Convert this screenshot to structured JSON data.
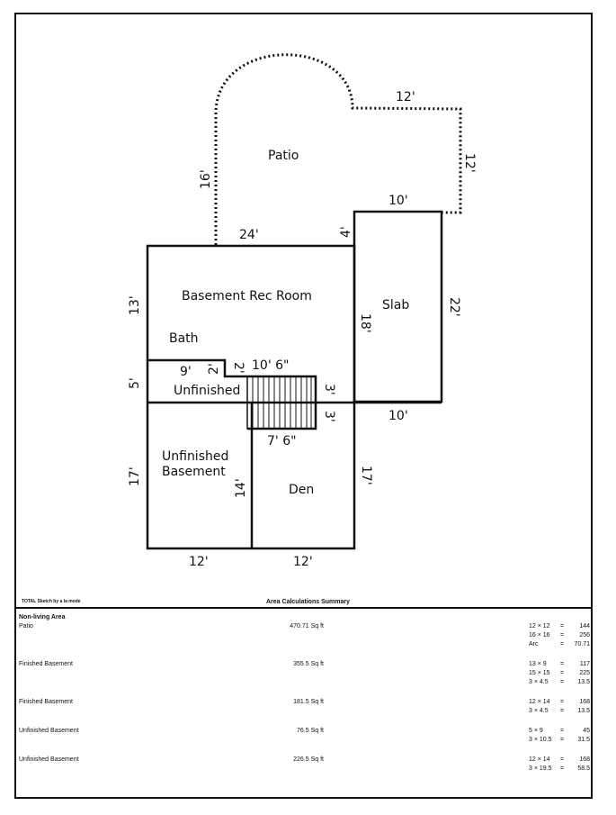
{
  "rooms": {
    "patio": "Patio",
    "rec_room": "Basement Rec Room",
    "bath": "Bath",
    "slab": "Slab",
    "unfinished": "Unfinished",
    "unfinished_basement_line1": "Unfinished",
    "unfinished_basement_line2": "Basement",
    "den": "Den"
  },
  "dimensions": {
    "patio_top": "12'",
    "patio_right": "12'",
    "patio_left": "16'",
    "slab_top": "10'",
    "top_24": "24'",
    "small_4": "4'",
    "rec_left": "13'",
    "slab_right": "22'",
    "rec_right_18": "18'",
    "bath_9": "9'",
    "bath_2a": "2'",
    "bath_2b": "2'",
    "stair_10_6": "10' 6\"",
    "left_5": "5'",
    "stair_3a": "3'",
    "stair_3b": "3'",
    "slab_bottom": "10'",
    "stair_7_6": "7' 6\"",
    "left_17": "17'",
    "mid_14": "14'",
    "right_17": "17'",
    "bottom_12a": "12'",
    "bottom_12b": "12'"
  },
  "summary": {
    "credit": "TOTAL Sketch by a la mode",
    "title": "Area Calculations Summary",
    "section": "Non-living Area",
    "rows": [
      {
        "name": "Patio",
        "area": "470.71 Sq ft",
        "calcs": [
          {
            "expr": "12 × 12",
            "res": "144"
          },
          {
            "expr": "16 × 16",
            "res": "256"
          },
          {
            "expr": "Arc",
            "res": "70.71"
          }
        ]
      },
      {
        "name": "Finished Basement",
        "area": "355.5 Sq ft",
        "calcs": [
          {
            "expr": "13 × 9",
            "res": "117"
          },
          {
            "expr": "15 × 15",
            "res": "225"
          },
          {
            "expr": "3 × 4.5",
            "res": "13.5"
          }
        ]
      },
      {
        "name": "Finished Basement",
        "area": "181.5 Sq ft",
        "calcs": [
          {
            "expr": "12 × 14",
            "res": "168"
          },
          {
            "expr": "3 × 4.5",
            "res": "13.5"
          }
        ]
      },
      {
        "name": "Unfinished Basement",
        "area": "76.5 Sq ft",
        "calcs": [
          {
            "expr": "5 × 9",
            "res": "45"
          },
          {
            "expr": "3 × 10.5",
            "res": "31.5"
          }
        ]
      },
      {
        "name": "Unfinished Basement",
        "area": "226.5 Sq ft",
        "calcs": [
          {
            "expr": "12 × 14",
            "res": "168"
          },
          {
            "expr": "3 × 19.5",
            "res": "58.5"
          }
        ]
      }
    ]
  }
}
